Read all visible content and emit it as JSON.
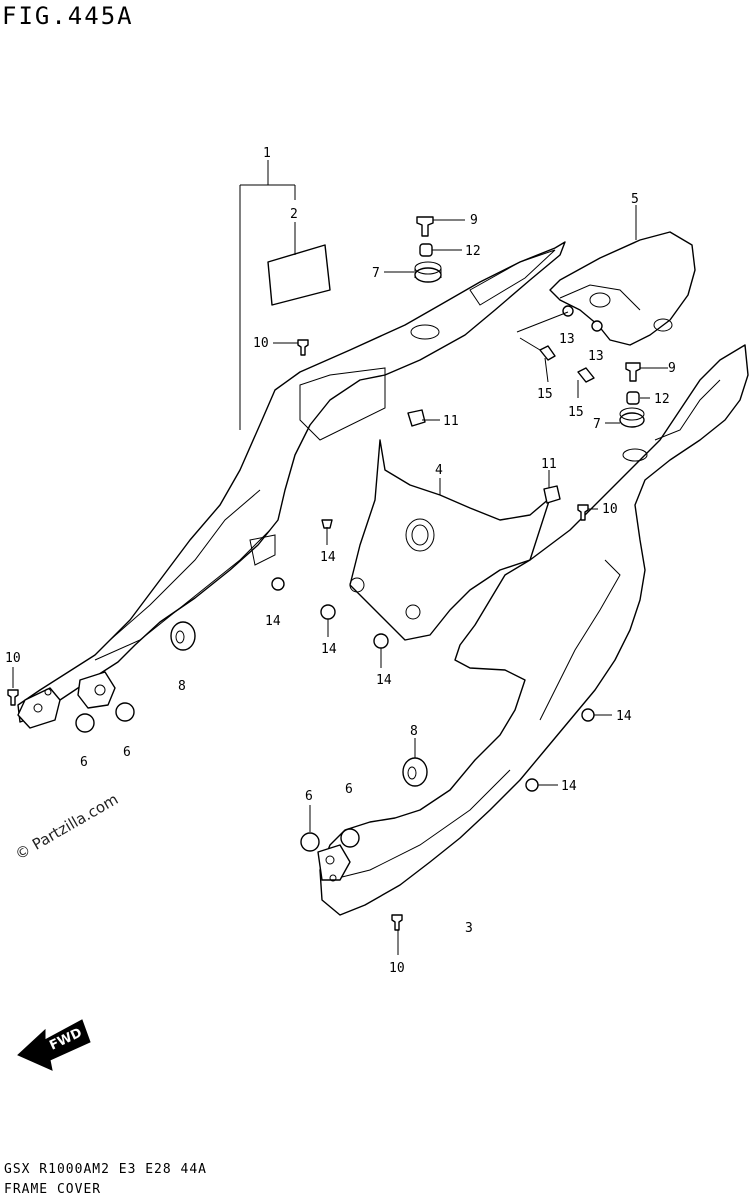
{
  "figure": {
    "title": "FIG.445A",
    "code": "GSX R1000AM2 E3 E28 44A",
    "name": "FRAME COVER",
    "watermark": "© Partzilla.com",
    "fwd_label": "FWD"
  },
  "callouts": [
    {
      "id": "c1",
      "label": "1"
    },
    {
      "id": "c2",
      "label": "2"
    },
    {
      "id": "c3",
      "label": "3"
    },
    {
      "id": "c4",
      "label": "4"
    },
    {
      "id": "c5",
      "label": "5"
    },
    {
      "id": "c6a",
      "label": "6"
    },
    {
      "id": "c6b",
      "label": "6"
    },
    {
      "id": "c6c",
      "label": "6"
    },
    {
      "id": "c6d",
      "label": "6"
    },
    {
      "id": "c7a",
      "label": "7"
    },
    {
      "id": "c7b",
      "label": "7"
    },
    {
      "id": "c8a",
      "label": "8"
    },
    {
      "id": "c8b",
      "label": "8"
    },
    {
      "id": "c9a",
      "label": "9"
    },
    {
      "id": "c9b",
      "label": "9"
    },
    {
      "id": "c10a",
      "label": "10"
    },
    {
      "id": "c10b",
      "label": "10"
    },
    {
      "id": "c10c",
      "label": "10"
    },
    {
      "id": "c10d",
      "label": "10"
    },
    {
      "id": "c11a",
      "label": "11"
    },
    {
      "id": "c11b",
      "label": "11"
    },
    {
      "id": "c12a",
      "label": "12"
    },
    {
      "id": "c12b",
      "label": "12"
    },
    {
      "id": "c13a",
      "label": "13"
    },
    {
      "id": "c13b",
      "label": "13"
    },
    {
      "id": "c14a",
      "label": "14"
    },
    {
      "id": "c14b",
      "label": "14"
    },
    {
      "id": "c14c",
      "label": "14"
    },
    {
      "id": "c14d",
      "label": "14"
    },
    {
      "id": "c14e",
      "label": "14"
    },
    {
      "id": "c14f",
      "label": "14"
    },
    {
      "id": "c15a",
      "label": "15"
    },
    {
      "id": "c15b",
      "label": "15"
    }
  ]
}
